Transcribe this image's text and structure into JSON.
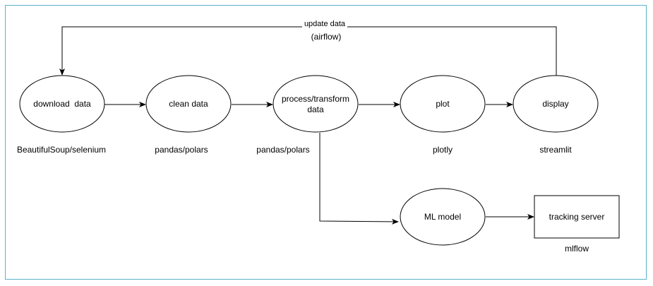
{
  "diagram": {
    "nodes": {
      "download": {
        "label": "download  data",
        "caption": "BeautifulSoup/selenium"
      },
      "clean": {
        "label": "clean data",
        "caption": "pandas/polars"
      },
      "process": {
        "label_line1": "process/transform",
        "label_line2": "data",
        "caption": "pandas/polars"
      },
      "plot": {
        "label": "plot",
        "caption": "plotly"
      },
      "display": {
        "label": "display",
        "caption": "streamlit"
      },
      "ml_model": {
        "label": "ML model"
      },
      "tracking": {
        "label": "tracking server",
        "caption": "mlflow"
      }
    },
    "feedback_edge": {
      "label": "update data",
      "sublabel": "(airflow)"
    },
    "colors": {
      "frame_border": "#5ab4c8",
      "stroke": "#000000",
      "fill": "#ffffff"
    }
  }
}
